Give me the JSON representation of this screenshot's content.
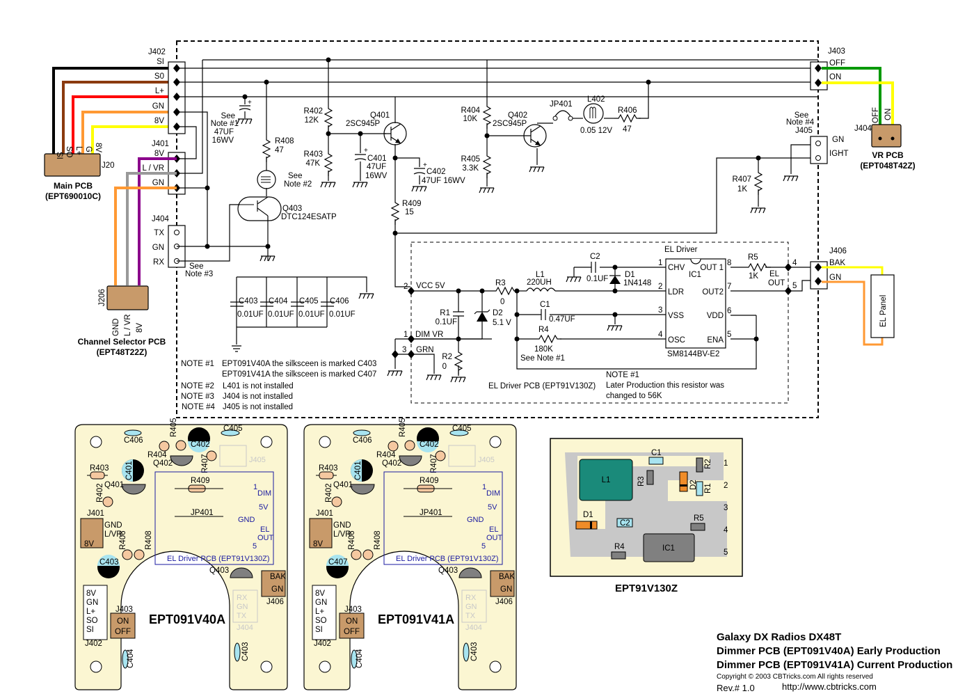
{
  "connectors": {
    "j402": {
      "name": "J402",
      "pins": [
        "SI",
        "S0",
        "L+",
        "GN",
        "8V"
      ]
    },
    "j401": {
      "name": "J401",
      "pins": [
        "8V",
        "L / VR",
        "GN"
      ]
    },
    "j404": {
      "name": "J404",
      "pins": [
        "TX",
        "GN",
        "RX"
      ],
      "note": "See Note #3"
    },
    "j403": {
      "name": "J403",
      "pins": [
        "OFF",
        "ON"
      ]
    },
    "j405": {
      "name": "J405",
      "pins": [
        "GN",
        "IGHT"
      ],
      "note_line1": "See",
      "note_line2": "Note #4"
    },
    "j406": {
      "name": "J406",
      "pins": [
        "BAK",
        "GN"
      ]
    }
  },
  "external_boards": {
    "main_pcb": {
      "connector": "J20",
      "pins": [
        "SI",
        "SO",
        "L+",
        "G",
        "8V"
      ],
      "title": "Main PCB",
      "part": "(EPT690010C)"
    },
    "vr_pcb": {
      "connector": "J404",
      "pins": [
        "OFF",
        "ON"
      ],
      "title": "VR PCB",
      "part": "(EPT048T42Z)"
    },
    "channel_selector": {
      "connector": "J206",
      "pins": [
        "GND",
        "L / VR",
        "8V"
      ],
      "title": "Channel Selector PCB",
      "part": "(EPT48T22Z)"
    },
    "el_panel": {
      "label": "EL Panel"
    }
  },
  "wire_colors": {
    "black": "#000000",
    "brown": "#8b3a0f",
    "red": "#ff0000",
    "orange": "#ff9933",
    "yellow": "#ffff00",
    "purple": "#8b008b",
    "gray": "#999999",
    "green": "#009900"
  },
  "components": {
    "c_note1": {
      "line1": "See",
      "line2": "Note #1",
      "value": "47UF",
      "rating": "16WV"
    },
    "r408": {
      "ref": "R408",
      "value": "47"
    },
    "l401": {
      "line1": "See",
      "line2": "Note #2"
    },
    "q403": {
      "ref": "Q403",
      "part": "DTC124ESATP"
    },
    "r402": {
      "ref": "R402",
      "value": "12K"
    },
    "r403": {
      "ref": "R403",
      "value": "47K"
    },
    "c401": {
      "ref": "C401",
      "value": "47UF",
      "rating": "16WV"
    },
    "q401": {
      "ref": "Q401",
      "part": "2SC945P"
    },
    "c402": {
      "ref": "C402",
      "value": "47UF 16WV"
    },
    "r409": {
      "ref": "R409",
      "value": "15"
    },
    "r404": {
      "ref": "R404",
      "value": "10K"
    },
    "r405": {
      "ref": "R405",
      "value": "3.3K"
    },
    "q402": {
      "ref": "Q402",
      "part": "2SC945P"
    },
    "jp401": {
      "ref": "JP401"
    },
    "l402": {
      "ref": "L402",
      "value": "0.05 12V"
    },
    "r406": {
      "ref": "R406",
      "value": "47"
    },
    "r407": {
      "ref": "R407",
      "value": "1K"
    },
    "bypass_caps": [
      {
        "ref": "C403",
        "value": "0.01UF"
      },
      {
        "ref": "C404",
        "value": "0.01UF"
      },
      {
        "ref": "C405",
        "value": "0.01UF"
      },
      {
        "ref": "C406",
        "value": "0.01UF"
      }
    ]
  },
  "el_driver": {
    "title": "EL Driver",
    "pcb_label": "EL Driver PCB (EPT91V130Z)",
    "nets": {
      "vcc": "VCC 5V",
      "dim": "DIM VR",
      "grn": "GRN",
      "el_out_1": "EL",
      "el_out_2": "OUT"
    },
    "pin_numbers": {
      "vcc": "2",
      "dim": "1",
      "grn": "3",
      "out4": "4",
      "out5": "5"
    },
    "r1": {
      "ref": "R1",
      "value": "0.1UF"
    },
    "r2": {
      "ref": "R2",
      "value": "0"
    },
    "d2": {
      "ref": "D2",
      "value": "5.1 V"
    },
    "r3": {
      "ref": "R3",
      "value": "0"
    },
    "l1": {
      "ref": "L1",
      "value": "220UH"
    },
    "c2": {
      "ref": "C2",
      "value": "0.1UF"
    },
    "d1": {
      "ref": "D1",
      "value": "1N4148"
    },
    "c1": {
      "ref": "C1",
      "value": "0.47UF"
    },
    "r4": {
      "ref": "R4",
      "value": "180K",
      "note": "See Note #1"
    },
    "r5": {
      "ref": "R5",
      "value": "1K"
    },
    "ic1": {
      "ref": "IC1",
      "part": "SM8144BV-E2",
      "left_pins": [
        {
          "num": "1",
          "name": "CHV"
        },
        {
          "num": "2",
          "name": "LDR"
        },
        {
          "num": "3",
          "name": "VSS"
        },
        {
          "num": "4",
          "name": "OSC"
        }
      ],
      "right_pins": [
        {
          "num": "8",
          "name": "OUT 1"
        },
        {
          "num": "7",
          "name": "OUT2"
        },
        {
          "num": "6",
          "name": "VDD"
        },
        {
          "num": "5",
          "name": "ENA"
        }
      ]
    },
    "note": {
      "title": "NOTE #1",
      "line1": "Later Production this resistor was",
      "line2": "changed to 56K"
    }
  },
  "notes": [
    {
      "label": "NOTE #1",
      "text": "EPT091V40A the silksceen is marked C403"
    },
    {
      "label": "",
      "text": "EPT091V41A the silksceen is marked C407"
    },
    {
      "label": "NOTE #2",
      "text": "L401 is not installed"
    },
    {
      "label": "NOTE #3",
      "text": "J404 is not installed"
    },
    {
      "label": "NOTE #4",
      "text": "J405 is not installed"
    }
  ],
  "pcb_layouts": [
    {
      "title": "EPT091V40A",
      "cap_label": "C403"
    },
    {
      "title": "EPT091V41A",
      "cap_label": "C407"
    }
  ],
  "pcb_labels": {
    "c406": "C406",
    "c405": "C405",
    "r405": "R405",
    "c402": "C402",
    "r404": "R404",
    "q402": "Q402",
    "r407": "R407",
    "j405": "J405",
    "j405_pins": [
      "IGHT",
      "GN"
    ],
    "r403": "R403",
    "c401": "C401",
    "q401": "Q401",
    "r402": "R402",
    "r409": "R409",
    "jp401": "JP401",
    "j401": "J401",
    "j401_pins": [
      "GND",
      "L/VR",
      "8V"
    ],
    "r406": "R406",
    "r408": "R408",
    "el_box": "EL Driver PCB (EPT91V130Z)",
    "el_pads": {
      "p1": "1",
      "dim": "DIM",
      "v5": "5V",
      "gnd": "GND",
      "el": "EL",
      "out": "OUT",
      "p5": "5"
    },
    "q403": "Q403",
    "j406": "J406",
    "j406_pins": [
      "BAK",
      "GN"
    ],
    "j404": "J404",
    "j404_pins": [
      "RX",
      "GN",
      "TX"
    ],
    "j402": "J402",
    "j402_pins": [
      "8V",
      "GN",
      "L+",
      "SO",
      "SI"
    ],
    "j403": "J403",
    "j403_pins": [
      "ON",
      "OFF"
    ],
    "c404": "C404",
    "c403b": "C403"
  },
  "el_pcb": {
    "title": "EPT91V130Z",
    "parts": {
      "l1": "L1",
      "c1": "C1",
      "r3": "R3",
      "r2": "R2",
      "d2": "D2",
      "r1": "R1",
      "d1": "D1",
      "c2": "C2",
      "r5": "R5",
      "ic1": "IC1",
      "r4": "R4"
    },
    "pads": [
      "1",
      "2",
      "3",
      "4",
      "5"
    ]
  },
  "title_block": {
    "line1": "Galaxy DX Radios DX48T",
    "line2": "Dimmer PCB (EPT091V40A) Early Production",
    "line3": "Dimmer PCB (EPT091V41A) Current Production",
    "copyright": "Copyright © 2003 CBTricks.com    All rights reserved",
    "rev": "Rev.# 1.0",
    "url": "http://www.cbtricks.com"
  }
}
